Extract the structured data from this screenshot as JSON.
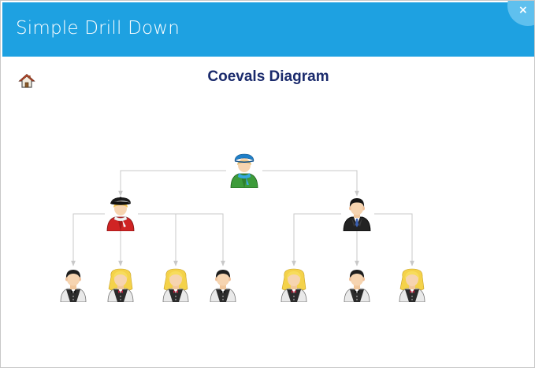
{
  "window": {
    "title": "Simple Drill Down",
    "close_glyph": "×"
  },
  "toolbar": {
    "home_icon": "home-icon"
  },
  "diagram": {
    "title": "Coevals Diagram",
    "nodes": [
      {
        "id": "root",
        "icon": "person-green-jacket-icon"
      },
      {
        "id": "left",
        "icon": "person-red-jacket-icon"
      },
      {
        "id": "right",
        "icon": "person-black-suit-icon"
      },
      {
        "id": "l1",
        "icon": "waiter-dark-hair-icon"
      },
      {
        "id": "l2",
        "icon": "waiter-blonde-icon"
      },
      {
        "id": "l3",
        "icon": "waiter-blonde-icon"
      },
      {
        "id": "l4",
        "icon": "waiter-dark-hair-icon"
      },
      {
        "id": "r1",
        "icon": "waiter-blonde-icon"
      },
      {
        "id": "r2",
        "icon": "waiter-dark-hair-icon"
      },
      {
        "id": "r3",
        "icon": "waiter-blonde-icon"
      }
    ],
    "edges": [
      [
        "root",
        "left"
      ],
      [
        "root",
        "right"
      ],
      [
        "left",
        "l1"
      ],
      [
        "left",
        "l2"
      ],
      [
        "left",
        "l3"
      ],
      [
        "left",
        "l4"
      ],
      [
        "right",
        "r1"
      ],
      [
        "right",
        "r2"
      ],
      [
        "right",
        "r3"
      ]
    ]
  },
  "colors": {
    "header": "#1ea1e1",
    "title": "#1a2a6c",
    "connector": "#c8c8c8"
  }
}
